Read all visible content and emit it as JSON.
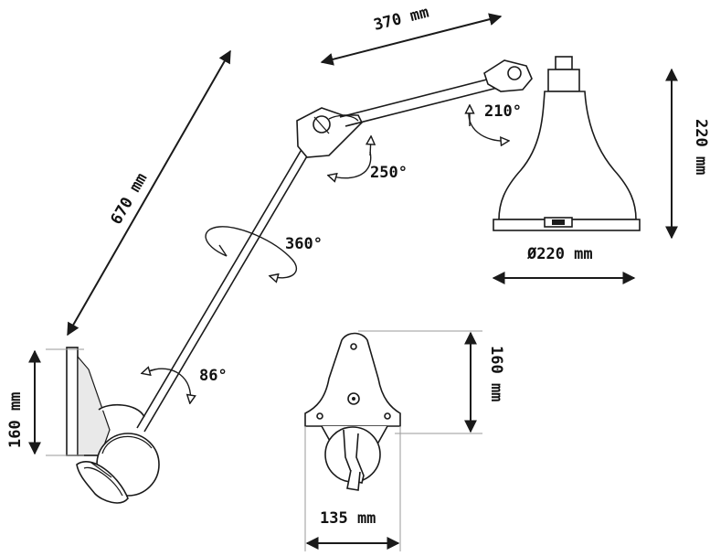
{
  "labels": {
    "arm_upper_length": "370 mm",
    "arm_lower_length": "670 mm",
    "shade_height": "220 mm",
    "shade_diameter": "Ø220 mm",
    "base_height_side": "160 mm",
    "base_height_front": "160 mm",
    "base_width_front": "135 mm",
    "angle_shade": "210°",
    "angle_elbow": "250°",
    "angle_rotation": "360°",
    "angle_base": "86°"
  },
  "colors": {
    "ink": "#1a1a1a",
    "guide": "#9a9a9a",
    "background": "#ffffff"
  }
}
